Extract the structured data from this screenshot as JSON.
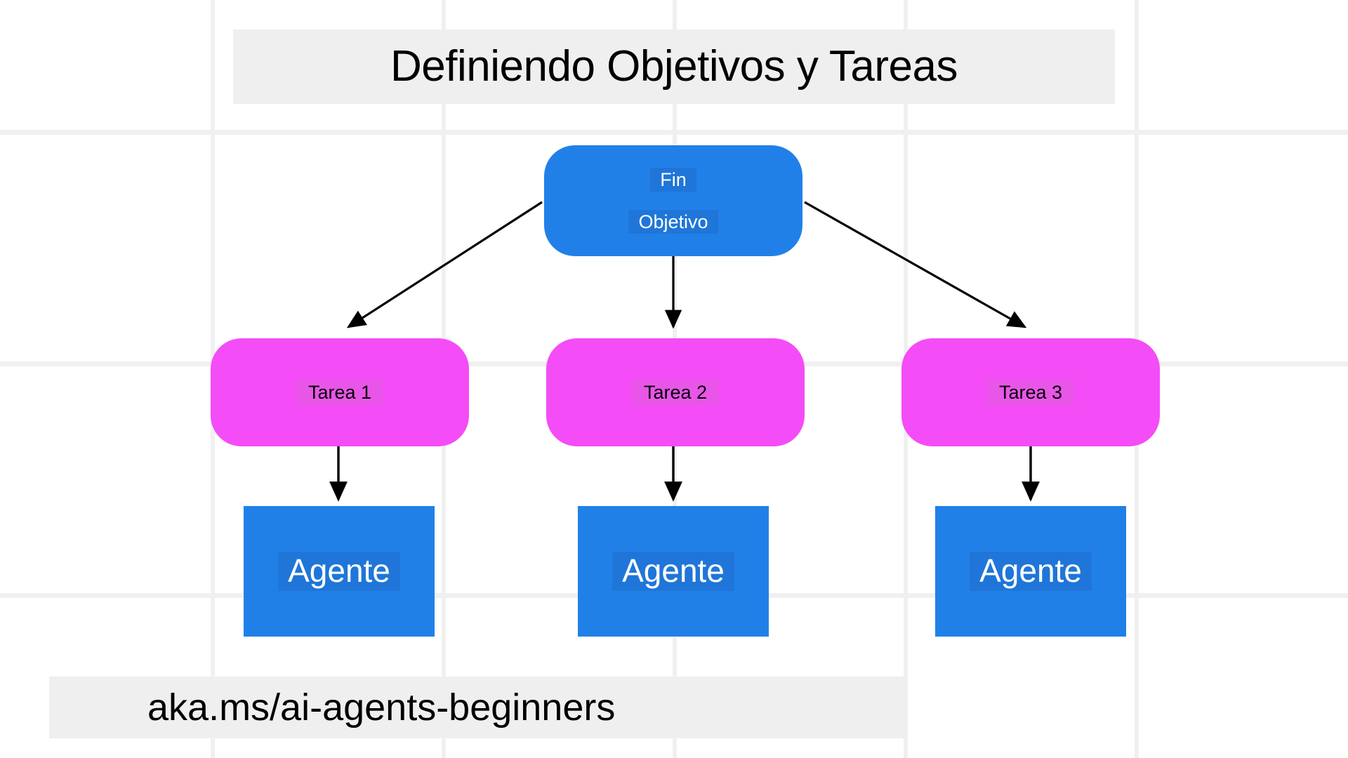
{
  "slide": {
    "title": "Definiendo Objetivos y Tareas",
    "footer_url": "aka.ms/ai-agents-beginners",
    "background": "#ffffff",
    "grid_line_color": "#f0f0f0",
    "banner_color": "#efefef"
  },
  "colors": {
    "goal_blue": "#2180E8",
    "goal_blue_highlight": "#1F76D8",
    "task_pink": "#F44CF7",
    "task_pink_highlight": "#E856E8",
    "agent_blue": "#2180E8",
    "agent_blue_highlight": "#1F76D8",
    "edge_black": "#000000",
    "text_white": "#ffffff",
    "text_black": "#000000"
  },
  "diagram": {
    "type": "tree",
    "goal_node": {
      "title": "Fin",
      "subtitle": "Objetivo",
      "shape": "rounded-rectangle",
      "fill": "#2180E8"
    },
    "task_nodes": [
      {
        "label": "Tarea 1",
        "shape": "rounded-rectangle",
        "fill": "#F44CF7"
      },
      {
        "label": "Tarea 2",
        "shape": "rounded-rectangle",
        "fill": "#F44CF7"
      },
      {
        "label": "Tarea 3",
        "shape": "rounded-rectangle",
        "fill": "#F44CF7"
      }
    ],
    "agent_nodes": [
      {
        "label": "Agente",
        "shape": "rectangle",
        "fill": "#2180E8"
      },
      {
        "label": "Agente",
        "shape": "rectangle",
        "fill": "#2180E8"
      },
      {
        "label": "Agente",
        "shape": "rectangle",
        "fill": "#2180E8"
      }
    ],
    "edges": [
      {
        "from": "goal_node",
        "to": "task_1",
        "style": "arrow"
      },
      {
        "from": "goal_node",
        "to": "task_2",
        "style": "arrow"
      },
      {
        "from": "goal_node",
        "to": "task_3",
        "style": "arrow"
      },
      {
        "from": "task_1",
        "to": "agent_1",
        "style": "arrow"
      },
      {
        "from": "task_2",
        "to": "agent_2",
        "style": "arrow"
      },
      {
        "from": "task_3",
        "to": "agent_3",
        "style": "arrow"
      }
    ]
  }
}
